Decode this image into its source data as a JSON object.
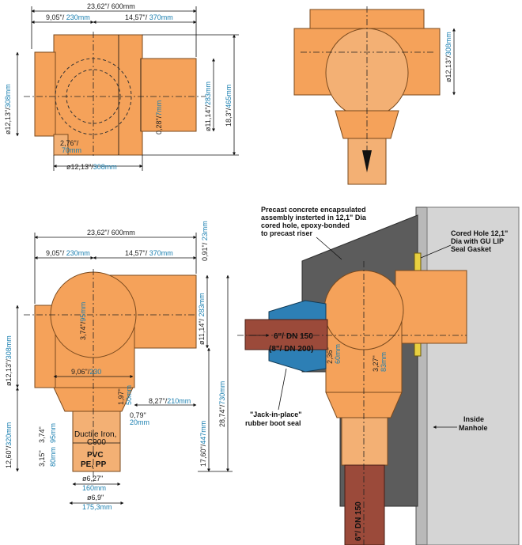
{
  "dims": {
    "top_left": {
      "overall": "23,62\"/ 600mm",
      "left_in": "9,05\"/ ",
      "left_mm": "230mm",
      "right_in": "14,57\"/ ",
      "right_mm": "370mm",
      "vert_in": "ø12,13\"/",
      "vert_mm": "308mm",
      "side_in": "ø11,14\"/",
      "side_mm": "283mm",
      "height_in": "18,3\"/",
      "height_mm": "465mm",
      "offset_in": "0,28\"/",
      "offset_mm": "7mm",
      "stub_in": "2,76\"/",
      "stub_mm": "70mm",
      "bottom_in": "ø12,13\"/",
      "bottom_mm": "308mm"
    },
    "top_right": {
      "vert_in": "ø12,13\"/",
      "vert_mm": "308mm"
    },
    "bottom_left": {
      "overall": "23,62\"/ 600mm",
      "left_in": "9,05\"/ ",
      "left_mm": "230mm",
      "right_in": "14,57\"/ ",
      "right_mm": "370mm",
      "top_in": "0,91\"/ ",
      "top_mm": "23mm",
      "vert_in": "ø12,13\"/",
      "vert_mm": "308mm",
      "side_in": "ø11,14\"/ ",
      "side_mm": "283mm",
      "total_in": "28,74\"/",
      "total_mm": "730mm",
      "lower_in": "17,60\"/",
      "lower_mm": "447mm",
      "base_in": "12,60\"/",
      "base_mm": "320mm",
      "mid_in": "9,06\"/",
      "mid_mm": "230",
      "right2_in": "8,27\"/",
      "right2_mm": "210mm",
      "inner_in": "3,74\"/",
      "inner_mm": "95mm",
      "gap_in": "0,79\"",
      "gap_mm": "20mm",
      "v1_in": "1,97\"",
      "v1_mm": "50mm",
      "s1_in": "3,74\"",
      "s1_mm": "95mm",
      "s2_in": "3,15\"",
      "s2_mm": "80mm",
      "d1_in": "ø6,27\"",
      "d1_mm": "160mm",
      "d2_in": "ø6,9\"",
      "d2_mm": "175,3mm"
    },
    "bottom_right": {
      "a_in": "2,36\"",
      "a_mm": "60mm",
      "b_in": "3,27\"",
      "b_mm": "83mm"
    }
  },
  "labels": {
    "ductile": "Ductile Iron,",
    "c900": "C900",
    "pvc": "PVC",
    "pe": "PE, PP",
    "precast_1": "Precast concrete encapsulated",
    "precast_2": "assembly insterted in 12,1\" Dia",
    "precast_3": "cored hole, epoxy-bonded",
    "precast_4": "to precast riser",
    "cored_1": "Cored Hole 12,1\"",
    "cored_2": "Dia with GU LIP",
    "cored_3": "Seal Gasket",
    "dn150": "6\"/ DN 150",
    "dn200": "(8\"/ DN 200)",
    "jack_1": "\"Jack-in-place\"",
    "jack_2": "rubber boot seal",
    "inside_1": "Inside",
    "inside_2": "Manhole",
    "dn150_v": "6\"/ DN 150"
  }
}
